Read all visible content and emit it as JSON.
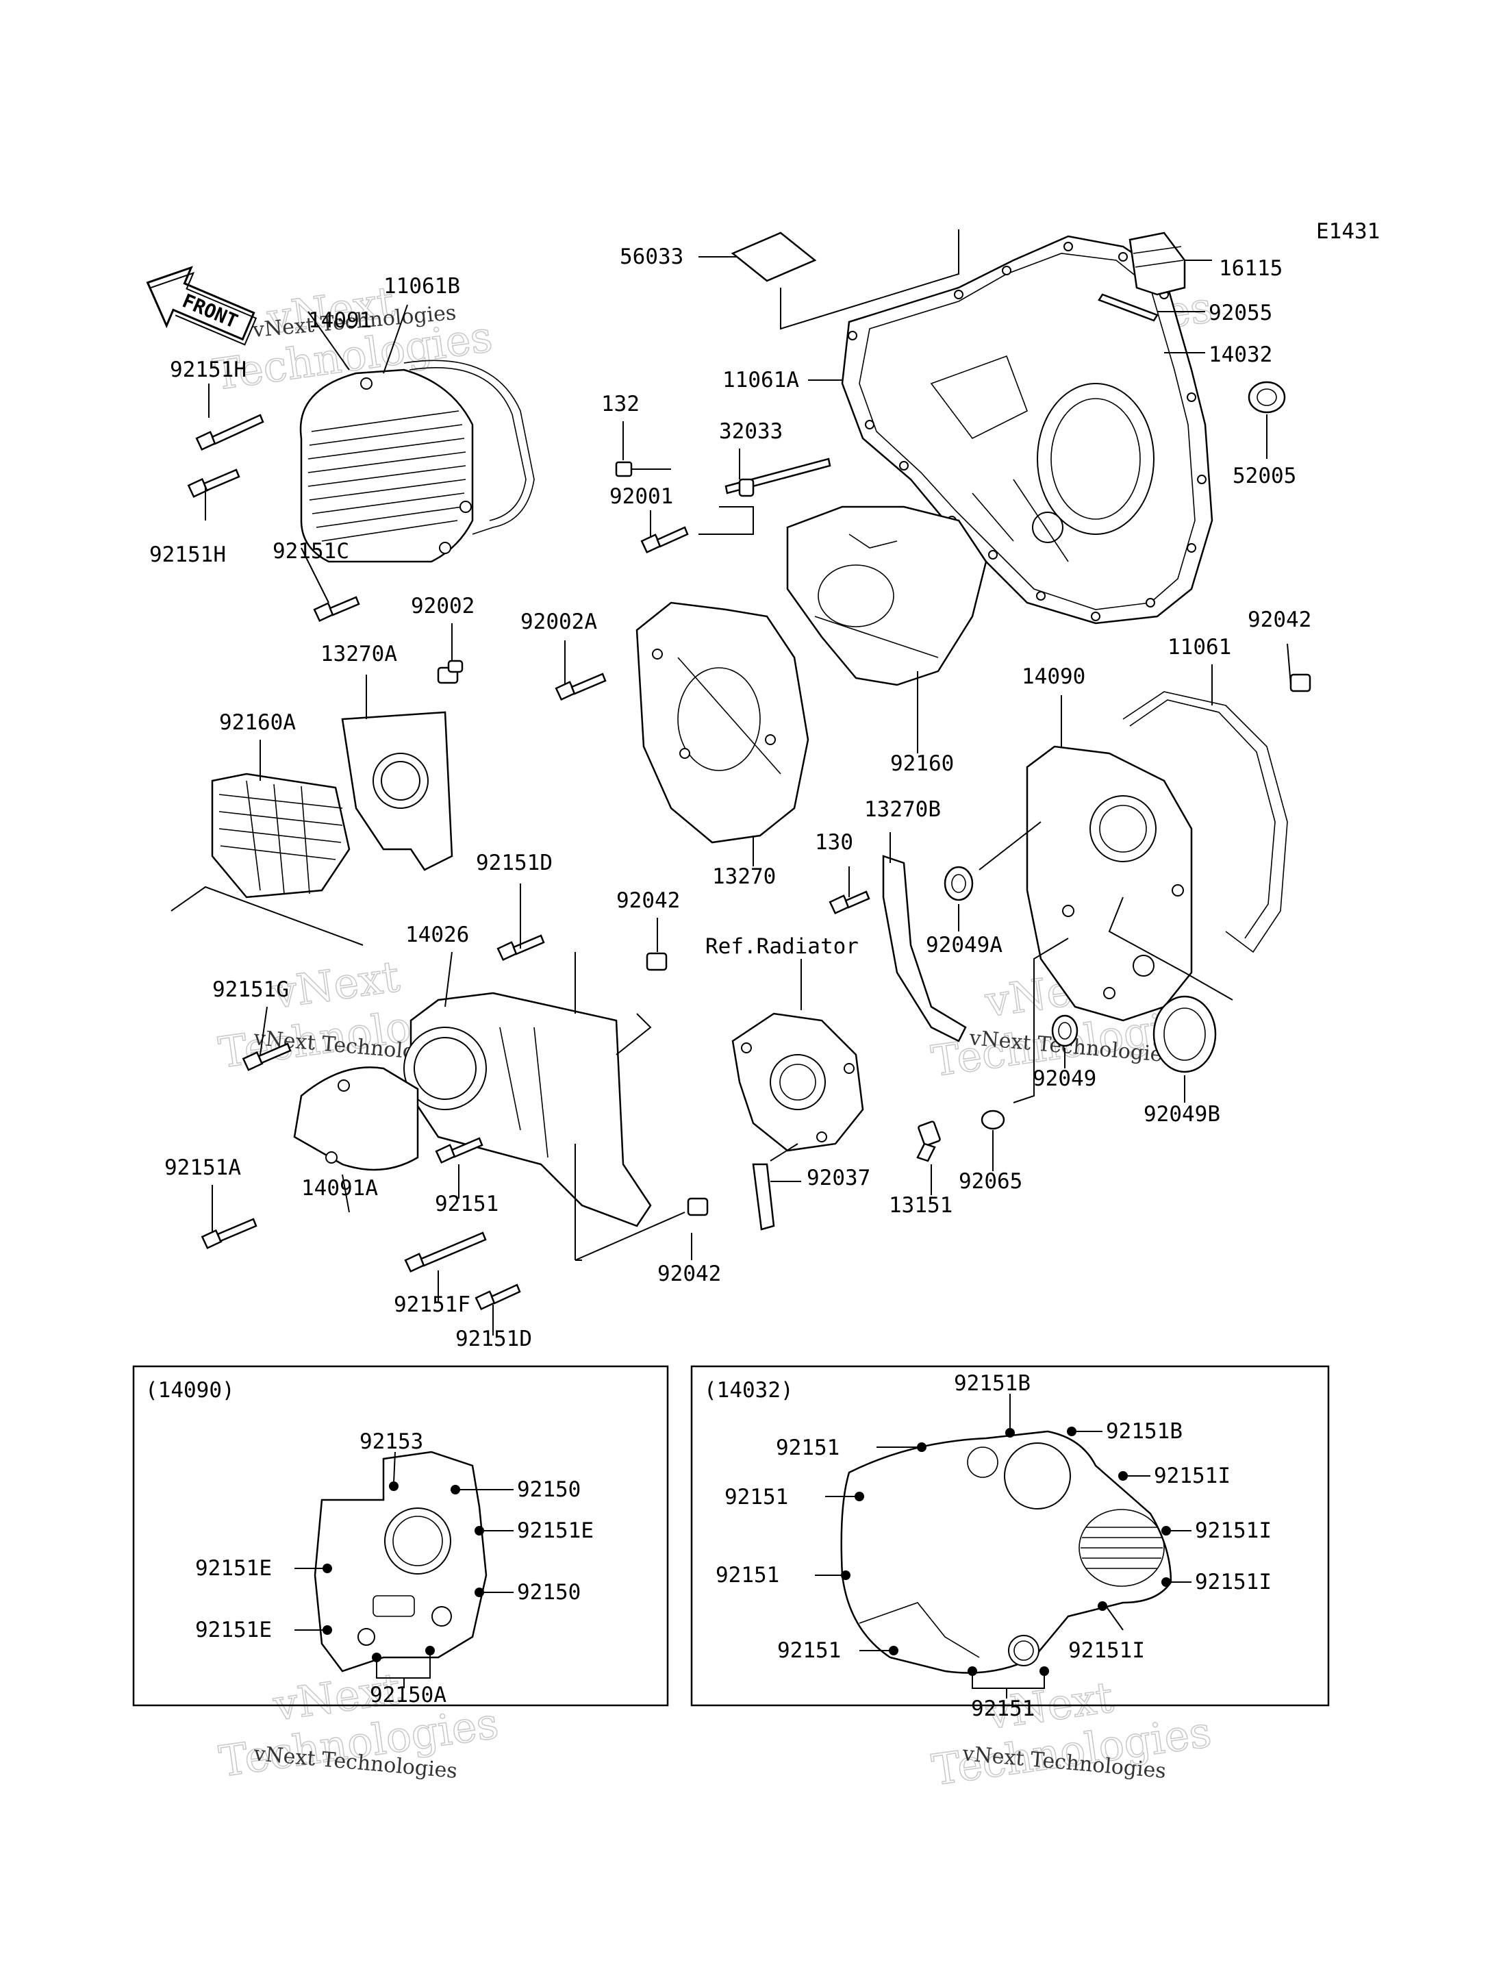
{
  "diagram": {
    "code": "E1431",
    "front_label": "FRONT",
    "watermark": {
      "line1": "vNext",
      "line2": "Technologies",
      "small": "vNext Technologies"
    },
    "labels": {
      "l11061B": "11061B",
      "l14091": "14091",
      "l92151H_top": "92151H",
      "l92151H_bot": "92151H",
      "l92151C": "92151C",
      "l92002": "92002",
      "l13270A": "13270A",
      "l92160A": "92160A",
      "l92151D_top": "92151D",
      "l14026": "14026",
      "l92151G": "92151G",
      "l92151A": "92151A",
      "l14091A": "14091A",
      "l92151_mid": "92151",
      "l92151F": "92151F",
      "l92151D_bot": "92151D",
      "l56033": "56033",
      "l11061A": "11061A",
      "l132": "132",
      "l32033": "32033",
      "l92001": "92001",
      "l92002A": "92002A",
      "l92160": "92160",
      "l13270": "13270",
      "l92042_a": "92042",
      "l92042_b": "92042",
      "l92042_c": "92042",
      "l RefRadiator": "Ref.Radiator",
      "l92037": "92037",
      "l13151": "13151",
      "l92065": "92065",
      "l16115": "16115",
      "l92055": "92055",
      "l14032": "14032",
      "l52005": "52005",
      "l11061": "11061",
      "l14090": "14090",
      "l13270B": "13270B",
      "l130": "130",
      "l92049A": "92049A",
      "l92049": "92049",
      "l92049B": "92049B"
    },
    "inset_left": {
      "title": "(14090)",
      "labels": {
        "a": "92153",
        "b": "92150",
        "c": "92151E",
        "d": "92151E",
        "e": "92150",
        "f": "92151E",
        "g": "92150A"
      }
    },
    "inset_right": {
      "title": "(14032)",
      "labels": {
        "a": "92151B",
        "b": "92151",
        "c": "92151B",
        "d": "92151I",
        "e": "92151",
        "f": "92151I",
        "g": "92151",
        "h": "92151I",
        "i": "92151",
        "j": "92151I",
        "k": "92151"
      }
    }
  }
}
